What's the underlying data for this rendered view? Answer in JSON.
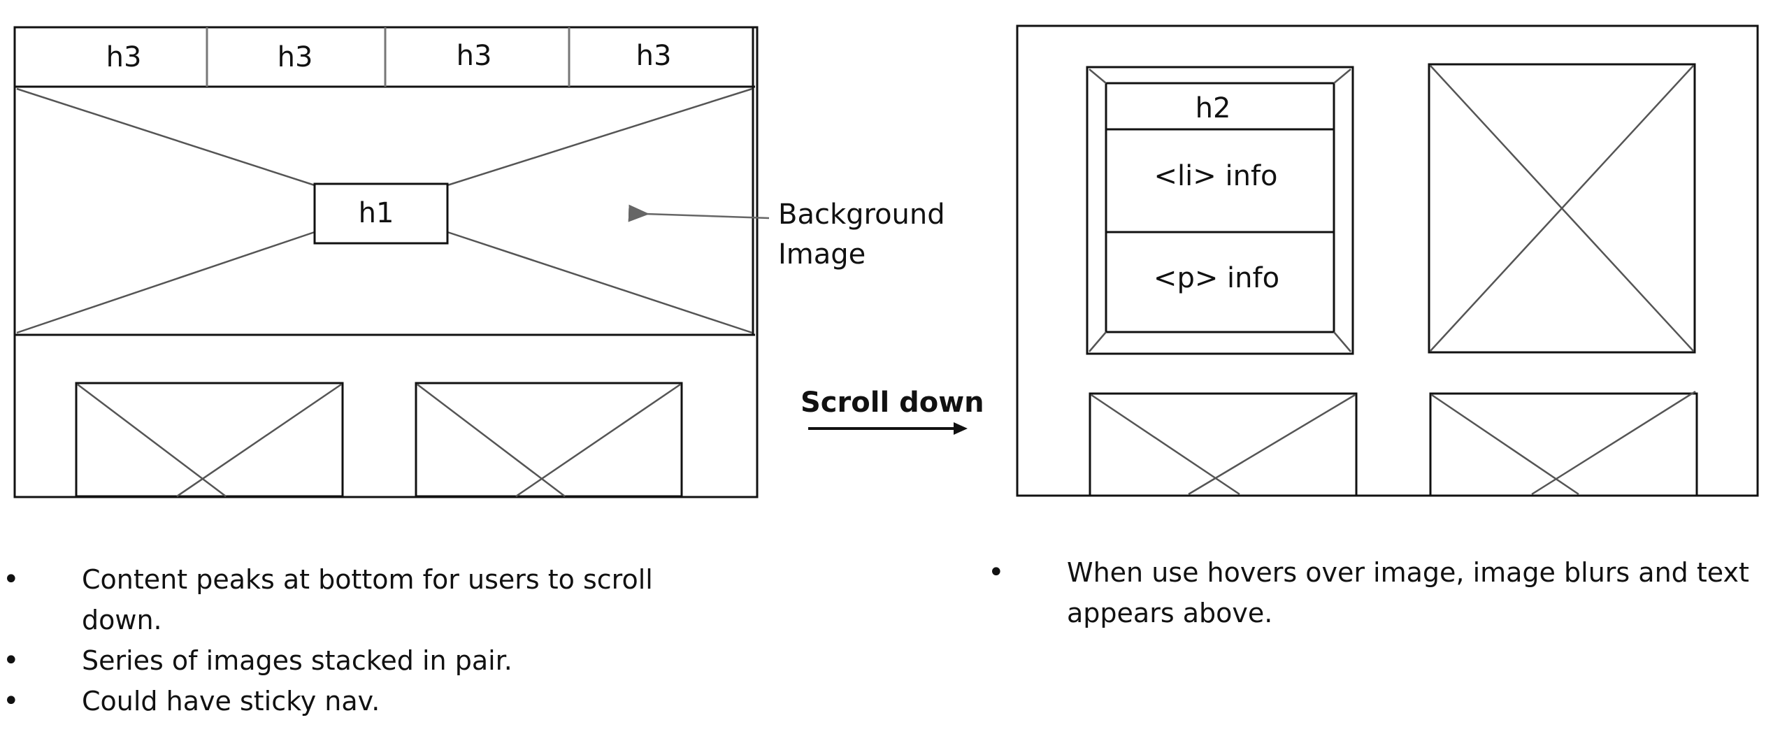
{
  "left_wireframe": {
    "nav_items": [
      "h3",
      "h3",
      "h3",
      "h3"
    ],
    "hero_heading": "h1",
    "hero_annotation": "Background\nImage"
  },
  "transition": {
    "label": "Scroll down"
  },
  "right_wireframe": {
    "card_heading": "h2",
    "card_list_info": "<li> info",
    "card_paragraph_info": "<p> info"
  },
  "notes_left": [
    "Content peaks at bottom for users to scroll down.",
    "Series of images stacked in pair.",
    "Could have sticky nav."
  ],
  "notes_right": [
    "When use hovers over image, image blurs and text appears above."
  ],
  "colors": {
    "stroke": "#111111",
    "placeholder_cross": "#666666",
    "background": "#ffffff"
  }
}
